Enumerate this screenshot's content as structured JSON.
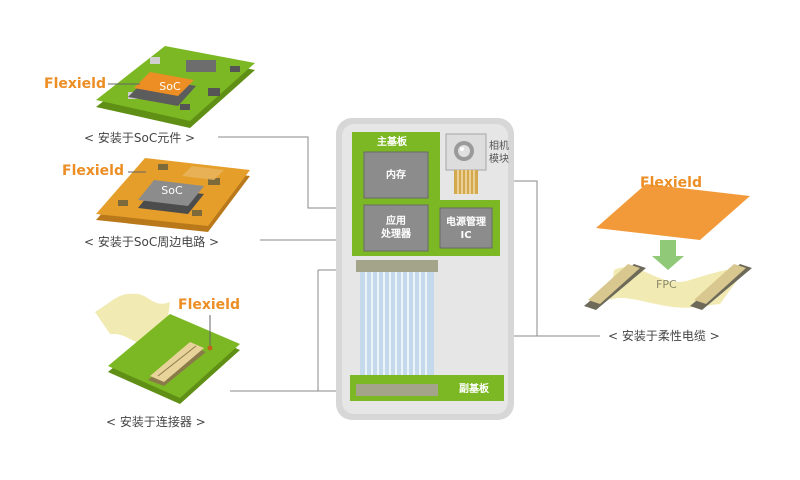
{
  "colors": {
    "brand_orange": "#ec8e24",
    "pcb_green": "#7cb823",
    "pcb_orange": "#e59e2a",
    "device_bg": "#e6e6e6",
    "module_gray": "#8c8c8c",
    "connector_gold": "#d4a94e"
  },
  "left_panel": {
    "soc_part": {
      "brand": "Flexield",
      "chip_label": "SoC",
      "caption": "< 安装于SoC元件 >"
    },
    "soc_circuit": {
      "brand": "Flexield",
      "chip_label": "SoC",
      "caption": "< 安装于SoC周边电路 >"
    },
    "connector": {
      "brand": "Flexield",
      "caption": "< 安装于连接器 >"
    }
  },
  "device": {
    "main_board_label": "主基板",
    "memory_label": "内存",
    "processor_label": "应用\n处理器",
    "pmic_label": "电源管理\nIC",
    "camera_label": "相机\n模块",
    "sub_board_label": "副基板"
  },
  "right_panel": {
    "brand": "Flexield",
    "fpc_label": "FPC",
    "caption": "< 安装于柔性电缆 >"
  }
}
